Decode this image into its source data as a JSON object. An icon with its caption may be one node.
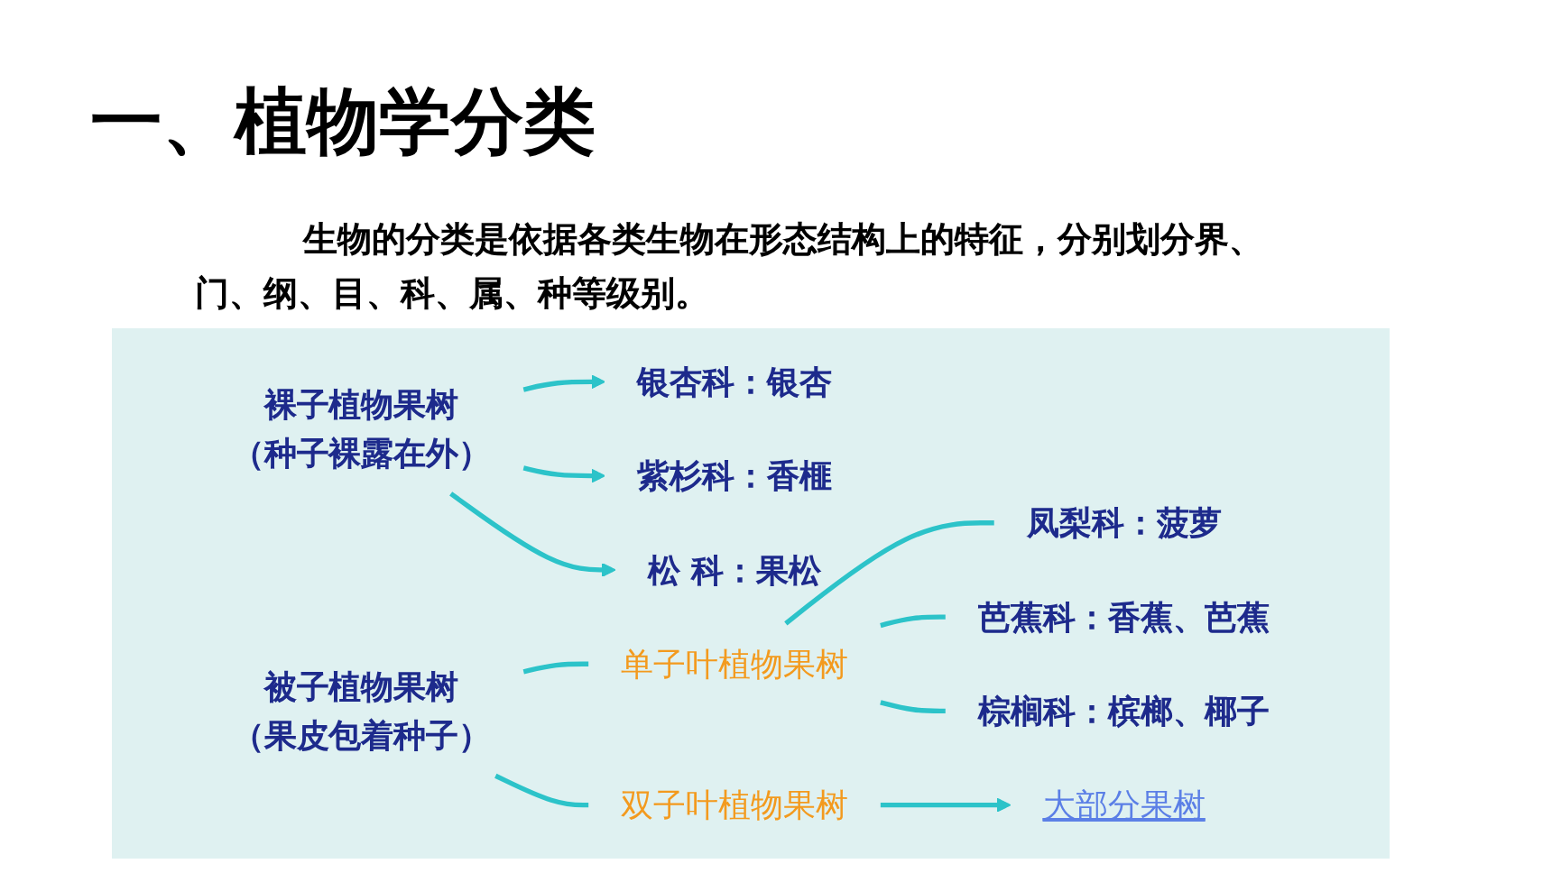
{
  "diagram": {
    "title": "一、植物学分类",
    "nodes": [
      {
        "text": [
          "裸子植物果树"
        ],
        "beside": [
          "（种子裸露在外）"
        ]
      },
      {
        "text": [
          "银杏科：银杏"
        ]
      },
      {
        "text": [
          "紫杉科：香榧"
        ]
      },
      {
        "text": [
          "松 科：果松"
        ]
      },
      {
        "text": [
          "被子植物果树"
        ],
        "beside": [
          "（果皮包着种子）"
        ]
      },
      {
        "text": [
          "单子叶植物果树"
        ]
      },
      {
        "text": [
          "凤梨科：菠萝"
        ]
      },
      {
        "text": [
          "芭蕉科：香蕉、芭蕉"
        ]
      },
      {
        "text": [
          "棕榈科：槟榔、椰子"
        ]
      },
      {
        "text": [
          "双子叶植物果树"
        ]
      },
      {
        "text": [
          "大部分果树"
        ]
      }
    ],
    "edges": [
      {
        "from": 0,
        "to": 1,
        "arrow": "to"
      },
      {
        "from": 0,
        "to": 2,
        "arrow": "to"
      },
      {
        "from": 0,
        "to": 3,
        "arrow": "to"
      },
      {
        "from": 4,
        "to": 5,
        "arrow": "none"
      },
      {
        "from": 4,
        "to": 9,
        "arrow": "none"
      },
      {
        "from": 5,
        "to": 6,
        "arrow": "none"
      },
      {
        "from": 5,
        "to": 7,
        "arrow": "none"
      },
      {
        "from": 5,
        "to": 8,
        "arrow": "none"
      },
      {
        "from": 9,
        "to": 10,
        "arrow": "to"
      }
    ],
    "labels": [
      "生物的分类是依据各类生物在形态结构上的特征，分别划分界、门、纲、目、科、属、种等级别。"
    ]
  }
}
